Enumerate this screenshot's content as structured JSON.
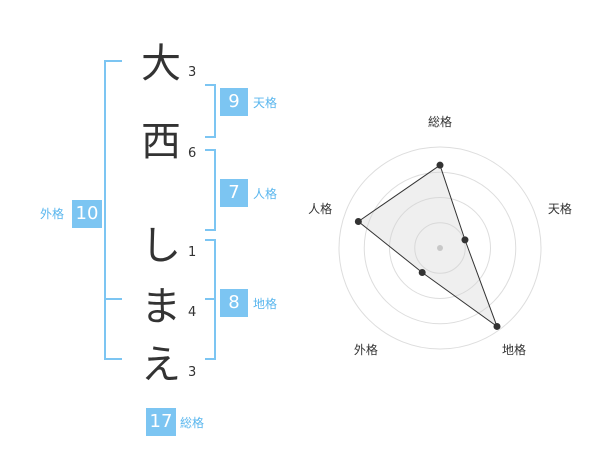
{
  "name": {
    "chars": [
      "大",
      "西",
      "し",
      "ま",
      "え"
    ],
    "strokes": [
      "3",
      "6",
      "1",
      "4",
      "3"
    ]
  },
  "kakusu": {
    "tenkaku": {
      "value": "9",
      "label": "天格"
    },
    "jinkaku": {
      "value": "7",
      "label": "人格"
    },
    "chikaku": {
      "value": "8",
      "label": "地格"
    },
    "gaikaku": {
      "value": "10",
      "label": "外格"
    },
    "soukaku": {
      "value": "17",
      "label": "総格"
    }
  },
  "colors": {
    "accent": "#7cc5f2",
    "label": "#59b6ee"
  },
  "chart_data": {
    "type": "radar",
    "axes": [
      "総格",
      "天格",
      "地格",
      "外格",
      "人格"
    ],
    "values": [
      0.82,
      0.26,
      0.96,
      0.3,
      0.85
    ],
    "rings": 4,
    "grid": true
  }
}
